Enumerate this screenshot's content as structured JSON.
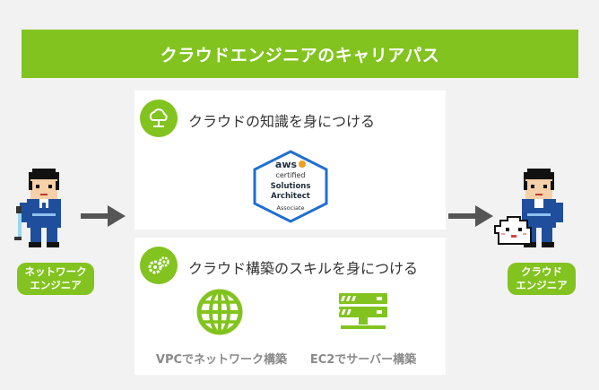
{
  "banner": {
    "title": "クラウドエンジニアのキャリアパス"
  },
  "panel_knowledge": {
    "title": "クラウドの知識を身につける",
    "icon": "cloud-network-icon",
    "badge": {
      "brand": "aws",
      "line1": "certified",
      "line2": "Solutions",
      "line3": "Architect",
      "line4": "Associate",
      "color": "#1f6fd1"
    }
  },
  "panel_skills": {
    "title": "クラウド構築のスキルを身につける",
    "icon": "gears-icon",
    "items": [
      {
        "label": "VPCでネットワーク構築",
        "icon": "globe-network-icon"
      },
      {
        "label": "EC2でサーバー構築",
        "icon": "server-icon"
      }
    ]
  },
  "roles": {
    "start_line1": "ネットワーク",
    "start_line2": "エンジニア",
    "end_line1": "クラウド",
    "end_line2": "エンジニア"
  },
  "colors": {
    "accent": "#82c31f",
    "arrow": "#555555",
    "subtext": "#8a8a8a"
  }
}
